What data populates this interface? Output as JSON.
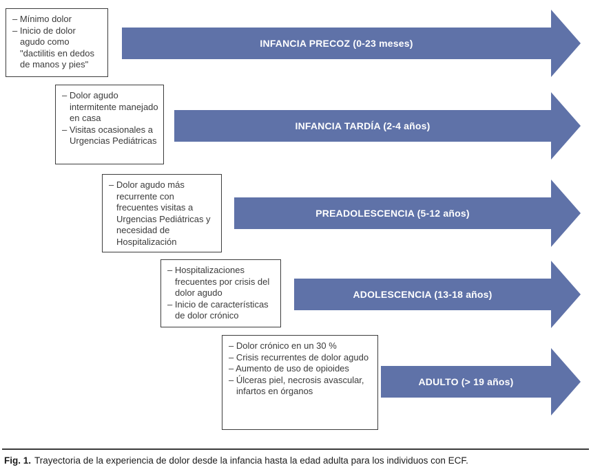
{
  "figure": {
    "caption_label": "Fig. 1.",
    "caption_text": "Trayectoria de la experiencia de dolor desde la infancia hasta la edad adulta para los individuos con ECF."
  },
  "colors": {
    "arrow_fill": "#5f72a8",
    "label_text": "#ffffff",
    "box_border": "#3b3b3b",
    "note_text": "#3a3a3a",
    "caption_rule": "#3a3a3a"
  },
  "stages": [
    {
      "arrow_label": "INFANCIA PRECOZ (0-23 meses)",
      "bullets": [
        "– Mínimo dolor",
        "– Inicio de dolor agudo como \"dactilitis en dedos de manos y pies\""
      ]
    },
    {
      "arrow_label": "INFANCIA TARDÍA (2-4 años)",
      "bullets": [
        "– Dolor agudo intermitente manejado en casa",
        "– Visitas ocasionales a Urgencias Pediátricas"
      ]
    },
    {
      "arrow_label": "PREADOLESCENCIA (5-12 años)",
      "bullets": [
        "– Dolor agudo más recurrente con frecuentes visitas a Urgencias Pediátricas y necesidad de Hospitalización"
      ]
    },
    {
      "arrow_label": "ADOLESCENCIA (13-18 años)",
      "bullets": [
        "– Hospitalizaciones frecuentes por crisis del dolor agudo",
        "– Inicio de características de dolor crónico"
      ]
    },
    {
      "arrow_label": "ADULTO (> 19 años)",
      "bullets": [
        "– Dolor crónico en un 30 %",
        "– Crisis recurrentes de dolor agudo",
        "– Aumento de uso de opioides",
        "– Úlceras piel, necrosis avascular, infartos en órganos"
      ]
    }
  ]
}
